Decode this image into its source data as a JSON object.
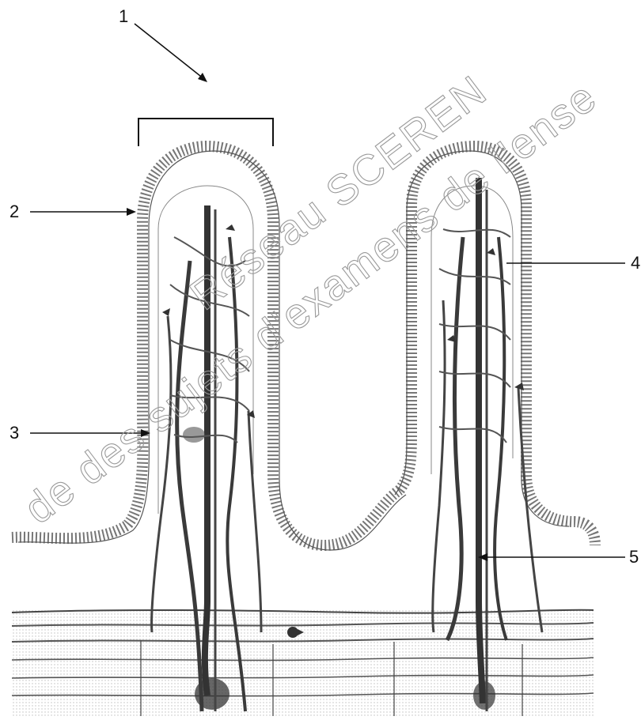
{
  "labels": {
    "l1": "1",
    "l2": "2",
    "l3": "3",
    "l4": "4",
    "l5": "5"
  },
  "watermark": {
    "line1": "de des sujets d'examens de l'ense",
    "line2": "Réseau SCEREN"
  },
  "colors": {
    "ink": "#222222",
    "vessel": "#3a3a3a",
    "tissue": "#7a7a7a",
    "watermark": "#9a9a9a"
  }
}
